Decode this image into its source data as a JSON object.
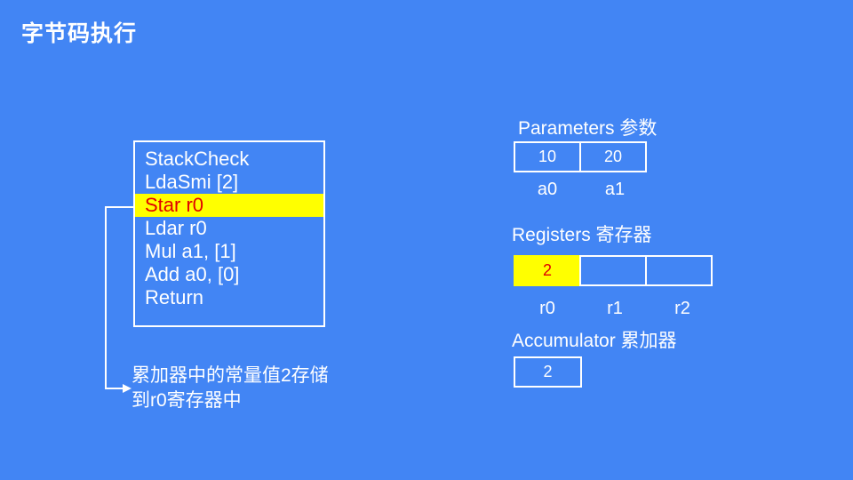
{
  "slide": {
    "title": "字节码执行",
    "background_color": "#4285f4",
    "text_color": "#ffffff",
    "highlight_color": "#ffff00",
    "highlight_text_color": "#e00000"
  },
  "bytecode": {
    "lines": [
      {
        "text": "StackCheck",
        "highlighted": false
      },
      {
        "text": "LdaSmi [2]",
        "highlighted": false
      },
      {
        "text": "Star r0",
        "highlighted": true
      },
      {
        "text": "Ldar r0",
        "highlighted": false
      },
      {
        "text": "Mul a1, [1]",
        "highlighted": false
      },
      {
        "text": "Add a0, [0]",
        "highlighted": false
      },
      {
        "text": "Return",
        "highlighted": false
      }
    ]
  },
  "annotation": {
    "line1": "累加器中的常量值2存储",
    "line2": "到r0寄存器中"
  },
  "parameters": {
    "label": "Parameters 参数",
    "cells": [
      {
        "value": "10",
        "name": "a0",
        "highlighted": false
      },
      {
        "value": "20",
        "name": "a1",
        "highlighted": false
      }
    ]
  },
  "registers": {
    "label": "Registers 寄存器",
    "cells": [
      {
        "value": "2",
        "name": "r0",
        "highlighted": true
      },
      {
        "value": "",
        "name": "r1",
        "highlighted": false
      },
      {
        "value": "",
        "name": "r2",
        "highlighted": false
      }
    ]
  },
  "accumulator": {
    "label": "Accumulator 累加器",
    "value": "2"
  }
}
